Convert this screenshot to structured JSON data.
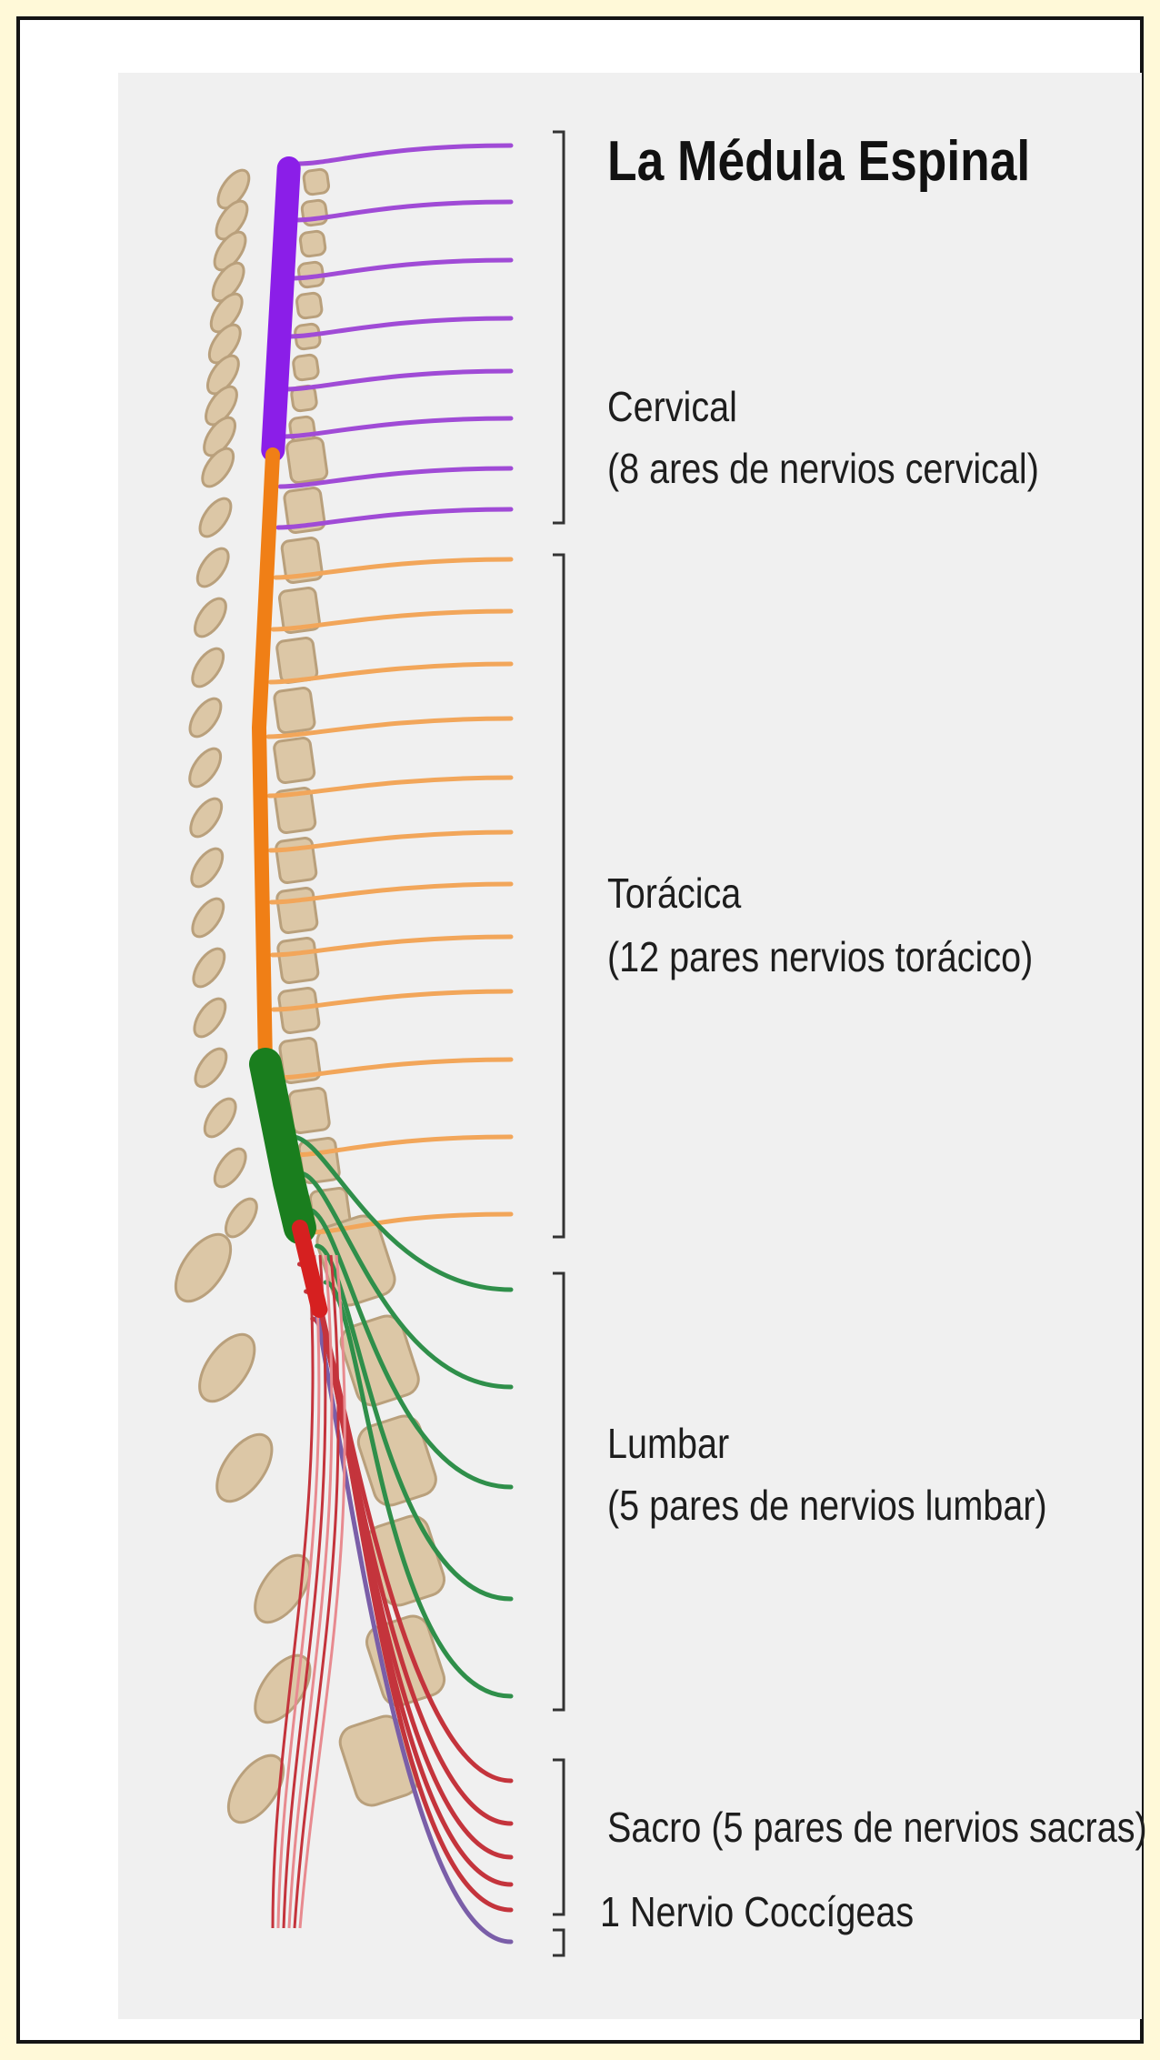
{
  "title": "La Médula Espinal",
  "regions": [
    {
      "key": "cervical",
      "name": "Cervical",
      "description": "(8 ares de nervios cervical)",
      "color": "#a04bd6",
      "cord_color": "#8b1ee8",
      "nerve_count": 8
    },
    {
      "key": "thoracic",
      "name": "Torácica",
      "description": "(12 pares nervios torácico)",
      "color": "#f2a65a",
      "cord_color": "#f07f16",
      "nerve_count": 12
    },
    {
      "key": "lumbar",
      "name": "Lumbar",
      "description": "(5 pares de nervios lumbar)",
      "color": "#2f8f4a",
      "cord_color": "#1a7e1e",
      "nerve_count": 5
    },
    {
      "key": "sacral",
      "name": "Sacro (5 pares de nervios sacras)",
      "description": "",
      "color": "#c4343c",
      "cord_color": "#d62020",
      "nerve_count": 5
    },
    {
      "key": "coccygeal",
      "name": "1 Nervio Coccígeas",
      "description": "",
      "color": "#7a5ea8",
      "cord_color": "#7a5ea8",
      "nerve_count": 1
    }
  ],
  "colors": {
    "background_outer": "#fff9d8",
    "panel": "#f0f0f0",
    "vertebra_fill": "#dcc7a6",
    "vertebra_stroke": "#b9a07c",
    "bracket": "#333333"
  }
}
